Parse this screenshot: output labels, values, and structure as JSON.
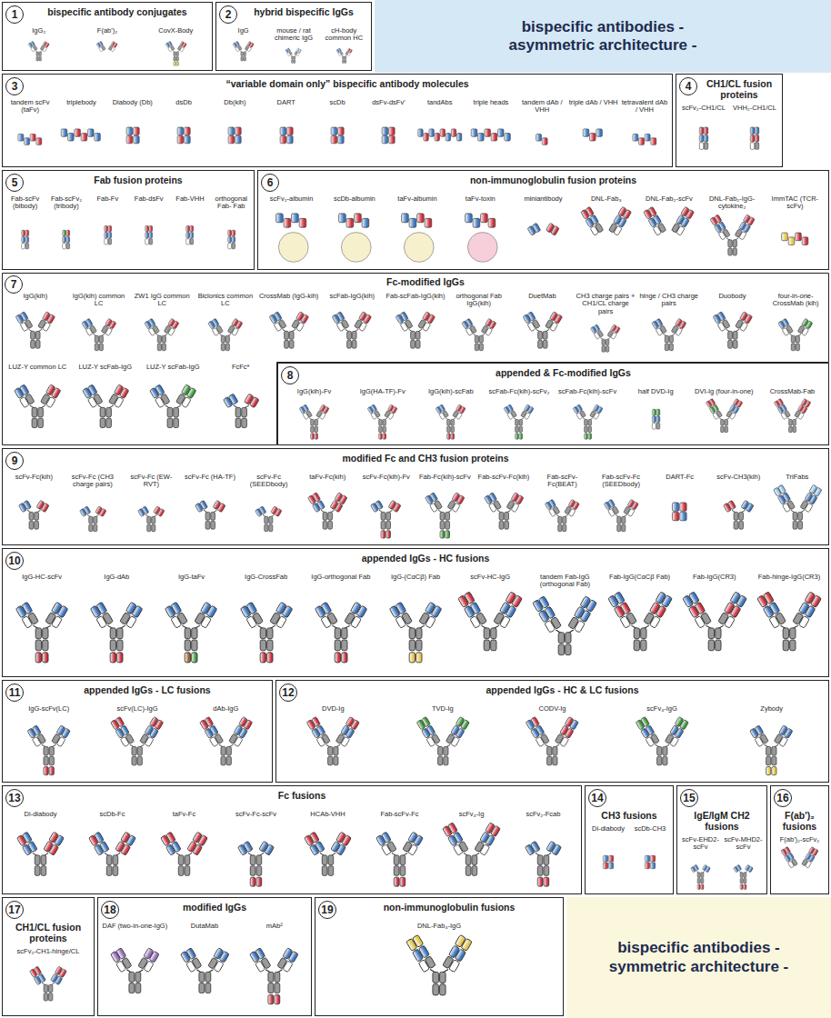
{
  "diagram": {
    "nodes": [
      {
        "text": [
          "bispecific antibody conjugates"
        ]
      },
      {
        "text": [
          "1"
        ],
        "in": 0
      },
      {
        "text": [
          "hybrid bispecific IgGs"
        ]
      },
      {
        "text": [
          "2"
        ],
        "in": 2
      },
      {
        "text": [
          "bispecific antibodies - asymmetric architecture -"
        ]
      },
      {
        "text": [
          "“variable domain only” bispecific antibody molecules"
        ]
      },
      {
        "text": [
          "3"
        ],
        "in": 5
      },
      {
        "text": [
          "CH1/CL fusion proteins"
        ]
      },
      {
        "text": [
          "4"
        ],
        "in": 7
      },
      {
        "text": [
          "Fab fusion proteins"
        ]
      },
      {
        "text": [
          "5"
        ],
        "in": 9
      },
      {
        "text": [
          "non-immunoglobulin fusion proteins"
        ]
      },
      {
        "text": [
          "6"
        ],
        "in": 11
      },
      {
        "text": [
          "Fc-modified IgGs"
        ]
      },
      {
        "text": [
          "7"
        ],
        "in": 13
      },
      {
        "text": [
          "appended & Fc-modified IgGs"
        ]
      },
      {
        "text": [
          "8"
        ],
        "in": 15
      },
      {
        "text": [
          "modified Fc and CH3 fusion proteins"
        ]
      },
      {
        "text": [
          "9"
        ],
        "in": 17
      },
      {
        "text": [
          "appended IgGs - HC fusions"
        ]
      },
      {
        "text": [
          "10"
        ],
        "in": 19
      },
      {
        "text": [
          "appended IgGs - LC fusions"
        ]
      },
      {
        "text": [
          "11"
        ],
        "in": 21
      },
      {
        "text": [
          "appended IgGs - HC & LC fusions"
        ]
      },
      {
        "text": [
          "12"
        ],
        "in": 23
      },
      {
        "text": [
          "Fc fusions"
        ]
      },
      {
        "text": [
          "13"
        ],
        "in": 25
      },
      {
        "text": [
          "CH3 fusions"
        ]
      },
      {
        "text": [
          "14"
        ],
        "in": 27
      },
      {
        "text": [
          "IgE/IgM CH2 fusions"
        ]
      },
      {
        "text": [
          "15"
        ],
        "in": 29
      },
      {
        "text": [
          "F(ab')₂ fusions"
        ]
      },
      {
        "text": [
          "16"
        ],
        "in": 31
      },
      {
        "text": [
          "CH1/CL fusion proteins"
        ]
      },
      {
        "text": [
          "17"
        ],
        "in": 33
      },
      {
        "text": [
          "modified IgGs"
        ]
      },
      {
        "text": [
          "18"
        ],
        "in": 35
      },
      {
        "text": [
          "non-immunoglobulin fusions"
        ]
      },
      {
        "text": [
          "19"
        ],
        "in": 37
      },
      {
        "text": [
          "bispecific antibodies - symmetric architecture -"
        ]
      }
    ],
    "labels": [
      "IgG₂",
      "F(ab')₂",
      "CovX-Body",
      "IgG",
      "mouse / rat chimeric IgG",
      "cH-body common HC",
      "tandem scFv (taFv)",
      "triplebody",
      "Diabody (Db)",
      "dsDb",
      "Db(kih)",
      "DART",
      "scDb",
      "dsFv-dsFv'",
      "tandAbs",
      "triple heads",
      "tandem dAb / VHH",
      "triple dAb / VHH",
      "tetravalent dAb / VHH",
      "scFv₂-CH1/CL",
      "VHH₂-CH1/CL",
      "Fab-scFv (bibody)",
      "Fab-scFv₂ (tribody)",
      "Fab-Fv",
      "Fab-dsFv",
      "Fab-VHH",
      "orthogonal Fab- Fab",
      "scFv₂-albumin",
      "scDb-albumin",
      "taFv-albumin",
      "taFv-toxin",
      "miniantibody",
      "DNL-Fab₃",
      "DNL-Fab₂-scFv",
      "DNL-Fab₂-IgG-cytokine₂",
      "ImmTAC (TCR-scFv)",
      "IgG(kih)",
      "IgG(kih) common LC",
      "ZW1 IgG common LC",
      "Biclonics common LC",
      "CrossMab (IgG-kih)",
      "scFab-IgG(kih)",
      "Fab-scFab-IgG(kih)",
      "orthogonal Fab IgG(kih)",
      "DuetMab",
      "CH3 charge pairs + CH1/CL charge pairs",
      "hinge / CH3 charge pairs",
      "Duobody",
      "four-in-one-CrossMab (kih)",
      "LUZ-Y common LC",
      "LUZ-Y scFab-IgG",
      "LUZ-Y scFab-IgG",
      "FcFc*",
      "IgG(kih)-Fv",
      "IgG(HA-TF)-Fv",
      "IgG(kih)-scFab",
      "scFab-Fc(kih)-scFv₂",
      "scFab-Fc(kih)-scFv",
      "half DVD-Ig",
      "DVI-Ig (four-in-one)",
      "CrossMab-Fab",
      "scFv-Fc(kih)",
      "scFv-Fc (CH3 charge pairs)",
      "scFv-Fc (EW-RVT)",
      "scFv-Fc (HA-TF)",
      "scFv-Fc (SEEDbody)",
      "taFv-Fc(kih)",
      "scFv-Fc(kih)-Fv",
      "Fab-Fc(kih)-scFv",
      "Fab-scFv-Fc(kih)",
      "Fab-scFv-Fc(BEAT)",
      "Fab-scFv-Fc (SEEDbody)",
      "DART-Fc",
      "scFv-CH3(kih)",
      "TriFabs",
      "IgG-HC-scFv",
      "IgG-dAb",
      "IgG-taFv",
      "IgG-CrossFab",
      "IgG-orthogonal Fab",
      "IgG-(CαCβ) Fab",
      "scFv-HC-IgG",
      "tandem Fab-IgG (orthogonal Fab)",
      "Fab-IgG(CαCβ Fab)",
      "Fab-IgG(CR3)",
      "Fab-hinge-IgG(CR3)",
      "IgG-scFv(LC)",
      "scFv(LC)-IgG",
      "dAb-IgG",
      "DVD-Ig",
      "TVD-Ig",
      "CODV-Ig",
      "scFv₄-IgG",
      "Zybody",
      "Di-diabody",
      "scDb-Fc",
      "taFv-Fc",
      "scFv-Fc-scFv",
      "HCAb-VHH",
      "Fab-scFv-Fc",
      "scFv₄-Ig",
      "scFv₂-Fcab",
      "Di-diabody",
      "scDb-CH3",
      "scFv-EHD2-scFv",
      "scFv-MHD2-scFv",
      "F(ab')₂-scFv₂",
      "scFv₂-CH1-hinge/CL",
      "DAF (two-in-one-IgG)",
      "DutaMab",
      "mAb²",
      "DNL-Fab₄-IgG"
    ]
  }
}
